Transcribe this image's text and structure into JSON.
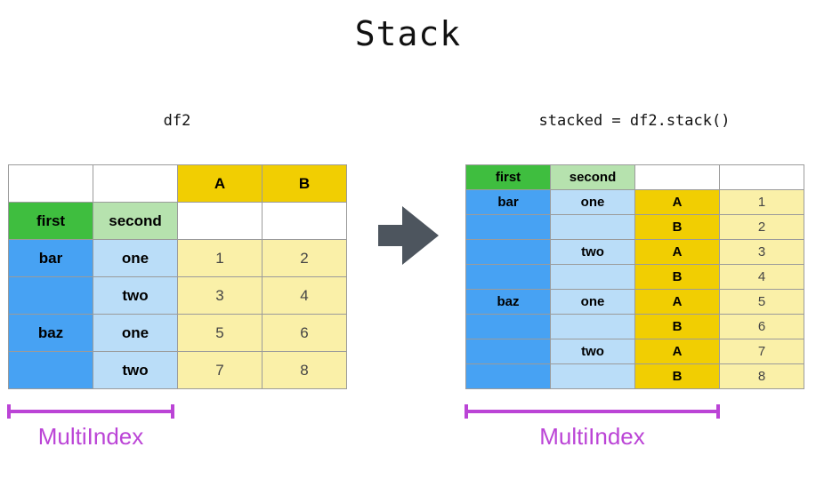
{
  "title": "Stack",
  "left": {
    "label": "df2",
    "multiindex": "MultiIndex",
    "rows": [
      [
        "",
        "",
        "A",
        "B"
      ],
      [
        "first",
        "second",
        "",
        ""
      ],
      [
        "bar",
        "one",
        "1",
        "2"
      ],
      [
        "",
        "two",
        "3",
        "4"
      ],
      [
        "baz",
        "one",
        "5",
        "6"
      ],
      [
        "",
        "two",
        "7",
        "8"
      ]
    ]
  },
  "right": {
    "label": "stacked = df2.stack()",
    "multiindex": "MultiIndex",
    "rows": [
      [
        "first",
        "second",
        "",
        ""
      ],
      [
        "bar",
        "one",
        "A",
        "1"
      ],
      [
        "",
        "",
        "B",
        "2"
      ],
      [
        "",
        "two",
        "A",
        "3"
      ],
      [
        "",
        "",
        "B",
        "4"
      ],
      [
        "baz",
        "one",
        "A",
        "5"
      ],
      [
        "",
        "",
        "B",
        "6"
      ],
      [
        "",
        "two",
        "A",
        "7"
      ],
      [
        "",
        "",
        "B",
        "8"
      ]
    ]
  },
  "colors": {
    "column_header": "#f1ce02",
    "index_name": "#3fbe3f",
    "index_name_level2": "#b6e2ae",
    "index_level1": "#47a2f3",
    "index_level2": "#baddf8",
    "values": "#faf0a8",
    "grid_line": "#9b9b9b",
    "arrow": "#4d555e",
    "multiindex_accent": "#bb44d6"
  }
}
